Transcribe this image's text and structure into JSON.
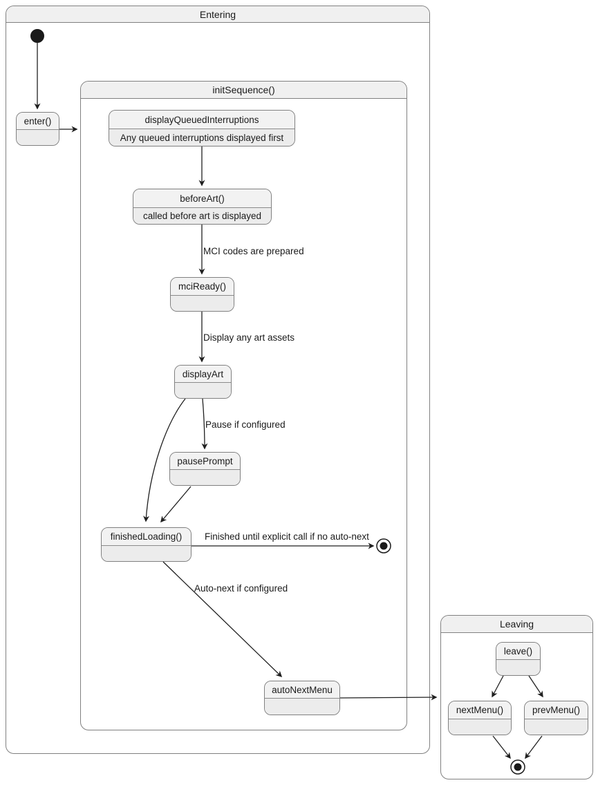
{
  "diagram": {
    "type": "state-diagram",
    "colors": {
      "background": "#ffffff",
      "container_header_fill": "#f0f0f0",
      "state_title_fill": "#f2f2f2",
      "state_body_fill": "#ececec",
      "border": "#808080",
      "line": "#1f1f1f",
      "text": "#1a1a1a"
    },
    "containers": {
      "entering": {
        "title": "Entering"
      },
      "initSequence": {
        "title": "initSequence()"
      },
      "leaving": {
        "title": "Leaving"
      }
    },
    "states": {
      "enter": {
        "title": "enter()",
        "description": ""
      },
      "displayQueuedInterruptions": {
        "title": "displayQueuedInterruptions",
        "description": "Any queued interruptions displayed first"
      },
      "beforeArt": {
        "title": "beforeArt()",
        "description": "called before art is displayed"
      },
      "mciReady": {
        "title": "mciReady()",
        "description": ""
      },
      "displayArt": {
        "title": "displayArt",
        "description": ""
      },
      "pausePrompt": {
        "title": "pausePrompt",
        "description": ""
      },
      "finishedLoading": {
        "title": "finishedLoading()",
        "description": ""
      },
      "autoNextMenu": {
        "title": "autoNextMenu",
        "description": ""
      },
      "leave": {
        "title": "leave()",
        "description": ""
      },
      "nextMenu": {
        "title": "nextMenu()",
        "description": ""
      },
      "prevMenu": {
        "title": "prevMenu()",
        "description": ""
      }
    },
    "edge_labels": {
      "mci_ready": "MCI codes are prepared",
      "display_art": "Display any art assets",
      "pause": "Pause if configured",
      "finished": "Finished until explicit call if no auto-next",
      "auto_next": "Auto-next if configured"
    },
    "markers": {
      "initial_state": "filled-circle",
      "final_state": "ringed-dot",
      "final_state_count": 2
    }
  }
}
